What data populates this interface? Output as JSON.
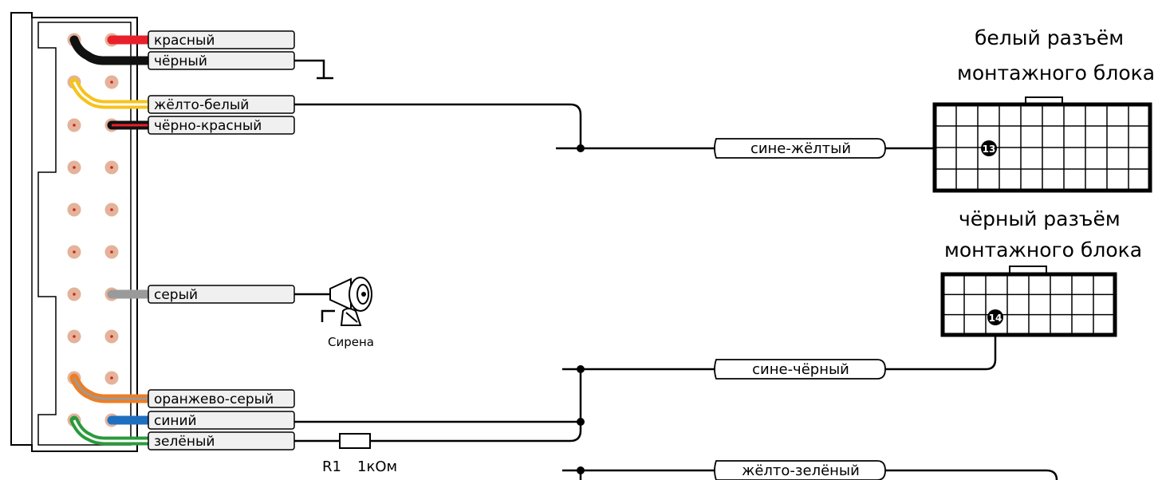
{
  "connector_wires": [
    {
      "label": "красный",
      "colors": [
        "#e8202a"
      ]
    },
    {
      "label": "чёрный",
      "colors": [
        "#111111"
      ]
    },
    {
      "label": "жёлто-белый",
      "colors": [
        "#f6c21c",
        "#ffffff"
      ]
    },
    {
      "label": "чёрно-красный",
      "colors": [
        "#111111",
        "#e8202a"
      ]
    },
    {
      "label": "серый",
      "colors": [
        "#9a9a9a"
      ]
    },
    {
      "label": "оранжево-серый",
      "colors": [
        "#ef7d22",
        "#9a9a9a"
      ]
    },
    {
      "label": "синий",
      "colors": [
        "#1f6fc1"
      ]
    },
    {
      "label": "зелёный",
      "colors": [
        "#2a9a3c",
        "#ffffff"
      ]
    }
  ],
  "bus_wires": [
    {
      "label": "сине-жёлтый"
    },
    {
      "label": "сине-чёрный"
    },
    {
      "label": "жёлто-зелёный"
    }
  ],
  "white_block": {
    "title_line1": "белый разъём",
    "title_line2": "монтажного блока",
    "pin": "13"
  },
  "black_block": {
    "title_line1": "чёрный разъём",
    "title_line2": "монтажного блока",
    "pin": "14"
  },
  "siren": {
    "label": "Сирена"
  },
  "resistor": {
    "name": "R1",
    "value": "1кОм"
  },
  "colors": {
    "pin_fill": "#e3b39a",
    "pin_dot": "#d2232a",
    "label_bg": "#f0f0f0",
    "ink": "#000000"
  }
}
